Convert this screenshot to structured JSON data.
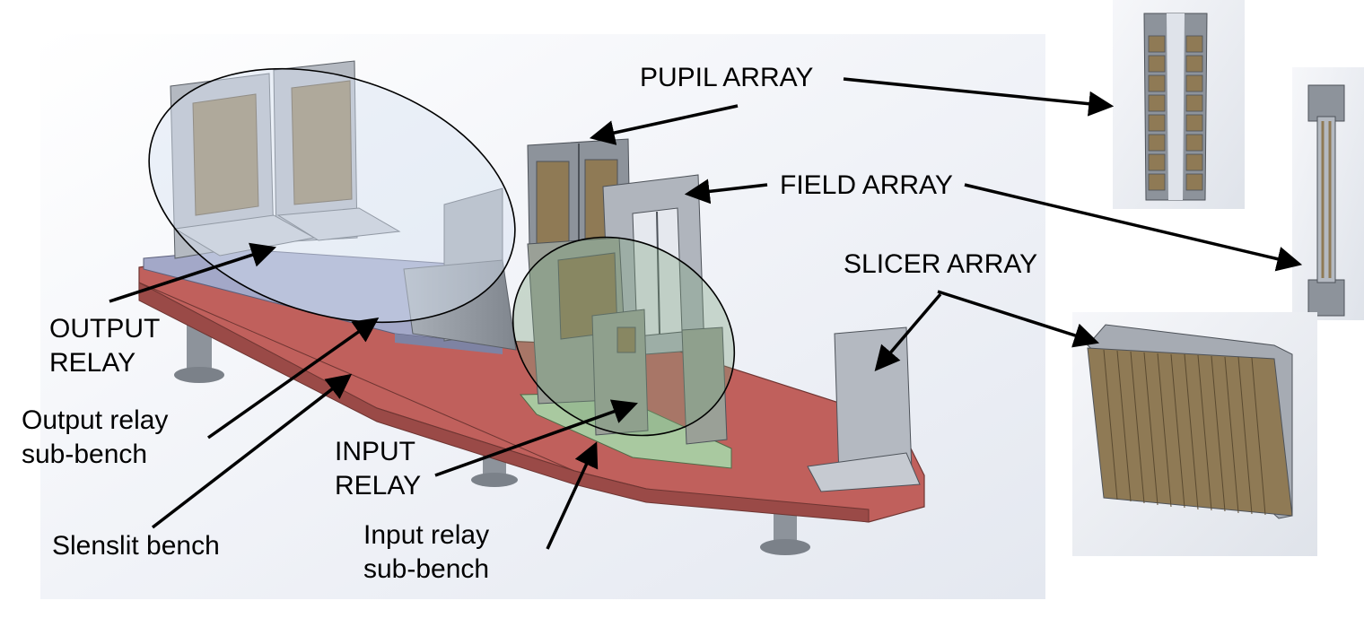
{
  "labels": {
    "pupil_array": "PUPIL ARRAY",
    "field_array": "FIELD ARRAY",
    "slicer_array": "SLICER ARRAY",
    "output_relay": [
      "OUTPUT",
      "RELAY"
    ],
    "output_relay_subbench": [
      "Output relay",
      "sub-bench"
    ],
    "slenslit_bench": "Slenslit bench",
    "input_relay": [
      "INPUT",
      "RELAY"
    ],
    "input_relay_subbench": [
      "Input relay",
      "sub-bench"
    ]
  },
  "colors": {
    "bench_red": "#c0605c",
    "bench_red_dark": "#9a4a47",
    "output_subbench": "#a3a8c8",
    "input_subbench": "#a9c9a0",
    "metal": "#9ea4ad",
    "metal_dark": "#6f757d",
    "lens_brown": "#8f7a55"
  }
}
